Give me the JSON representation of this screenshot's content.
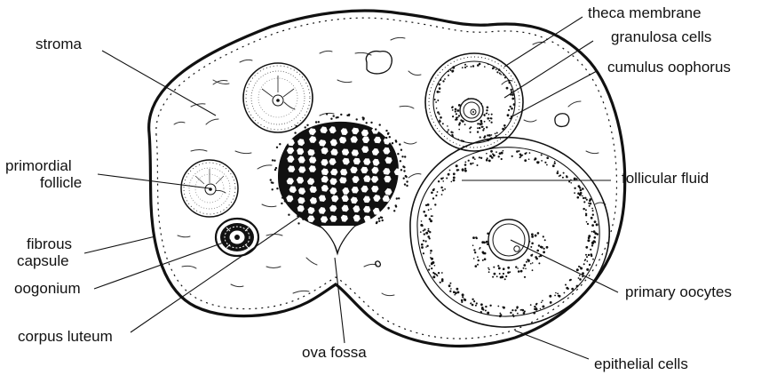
{
  "labels": {
    "stroma": "stroma",
    "primordial_follicle_line1": "primordial",
    "primordial_follicle_line2": "follicle",
    "fibrous_capsule_line1": "fibrous",
    "fibrous_capsule_line2": "capsule",
    "oogonium": "oogonium",
    "corpus_luteum": "corpus luteum",
    "ova_fossa": "ova fossa",
    "theca_membrane": "theca membrane",
    "granulosa_cells": "granulosa cells",
    "cumulus_oophorus": "cumulus oophorus",
    "follicular_fluid": "follicular fluid",
    "primary_oocytes": "primary oocytes",
    "epithelial_cells": "epithelial cells"
  },
  "colors": {
    "ink": "#111111",
    "background": "#ffffff"
  }
}
